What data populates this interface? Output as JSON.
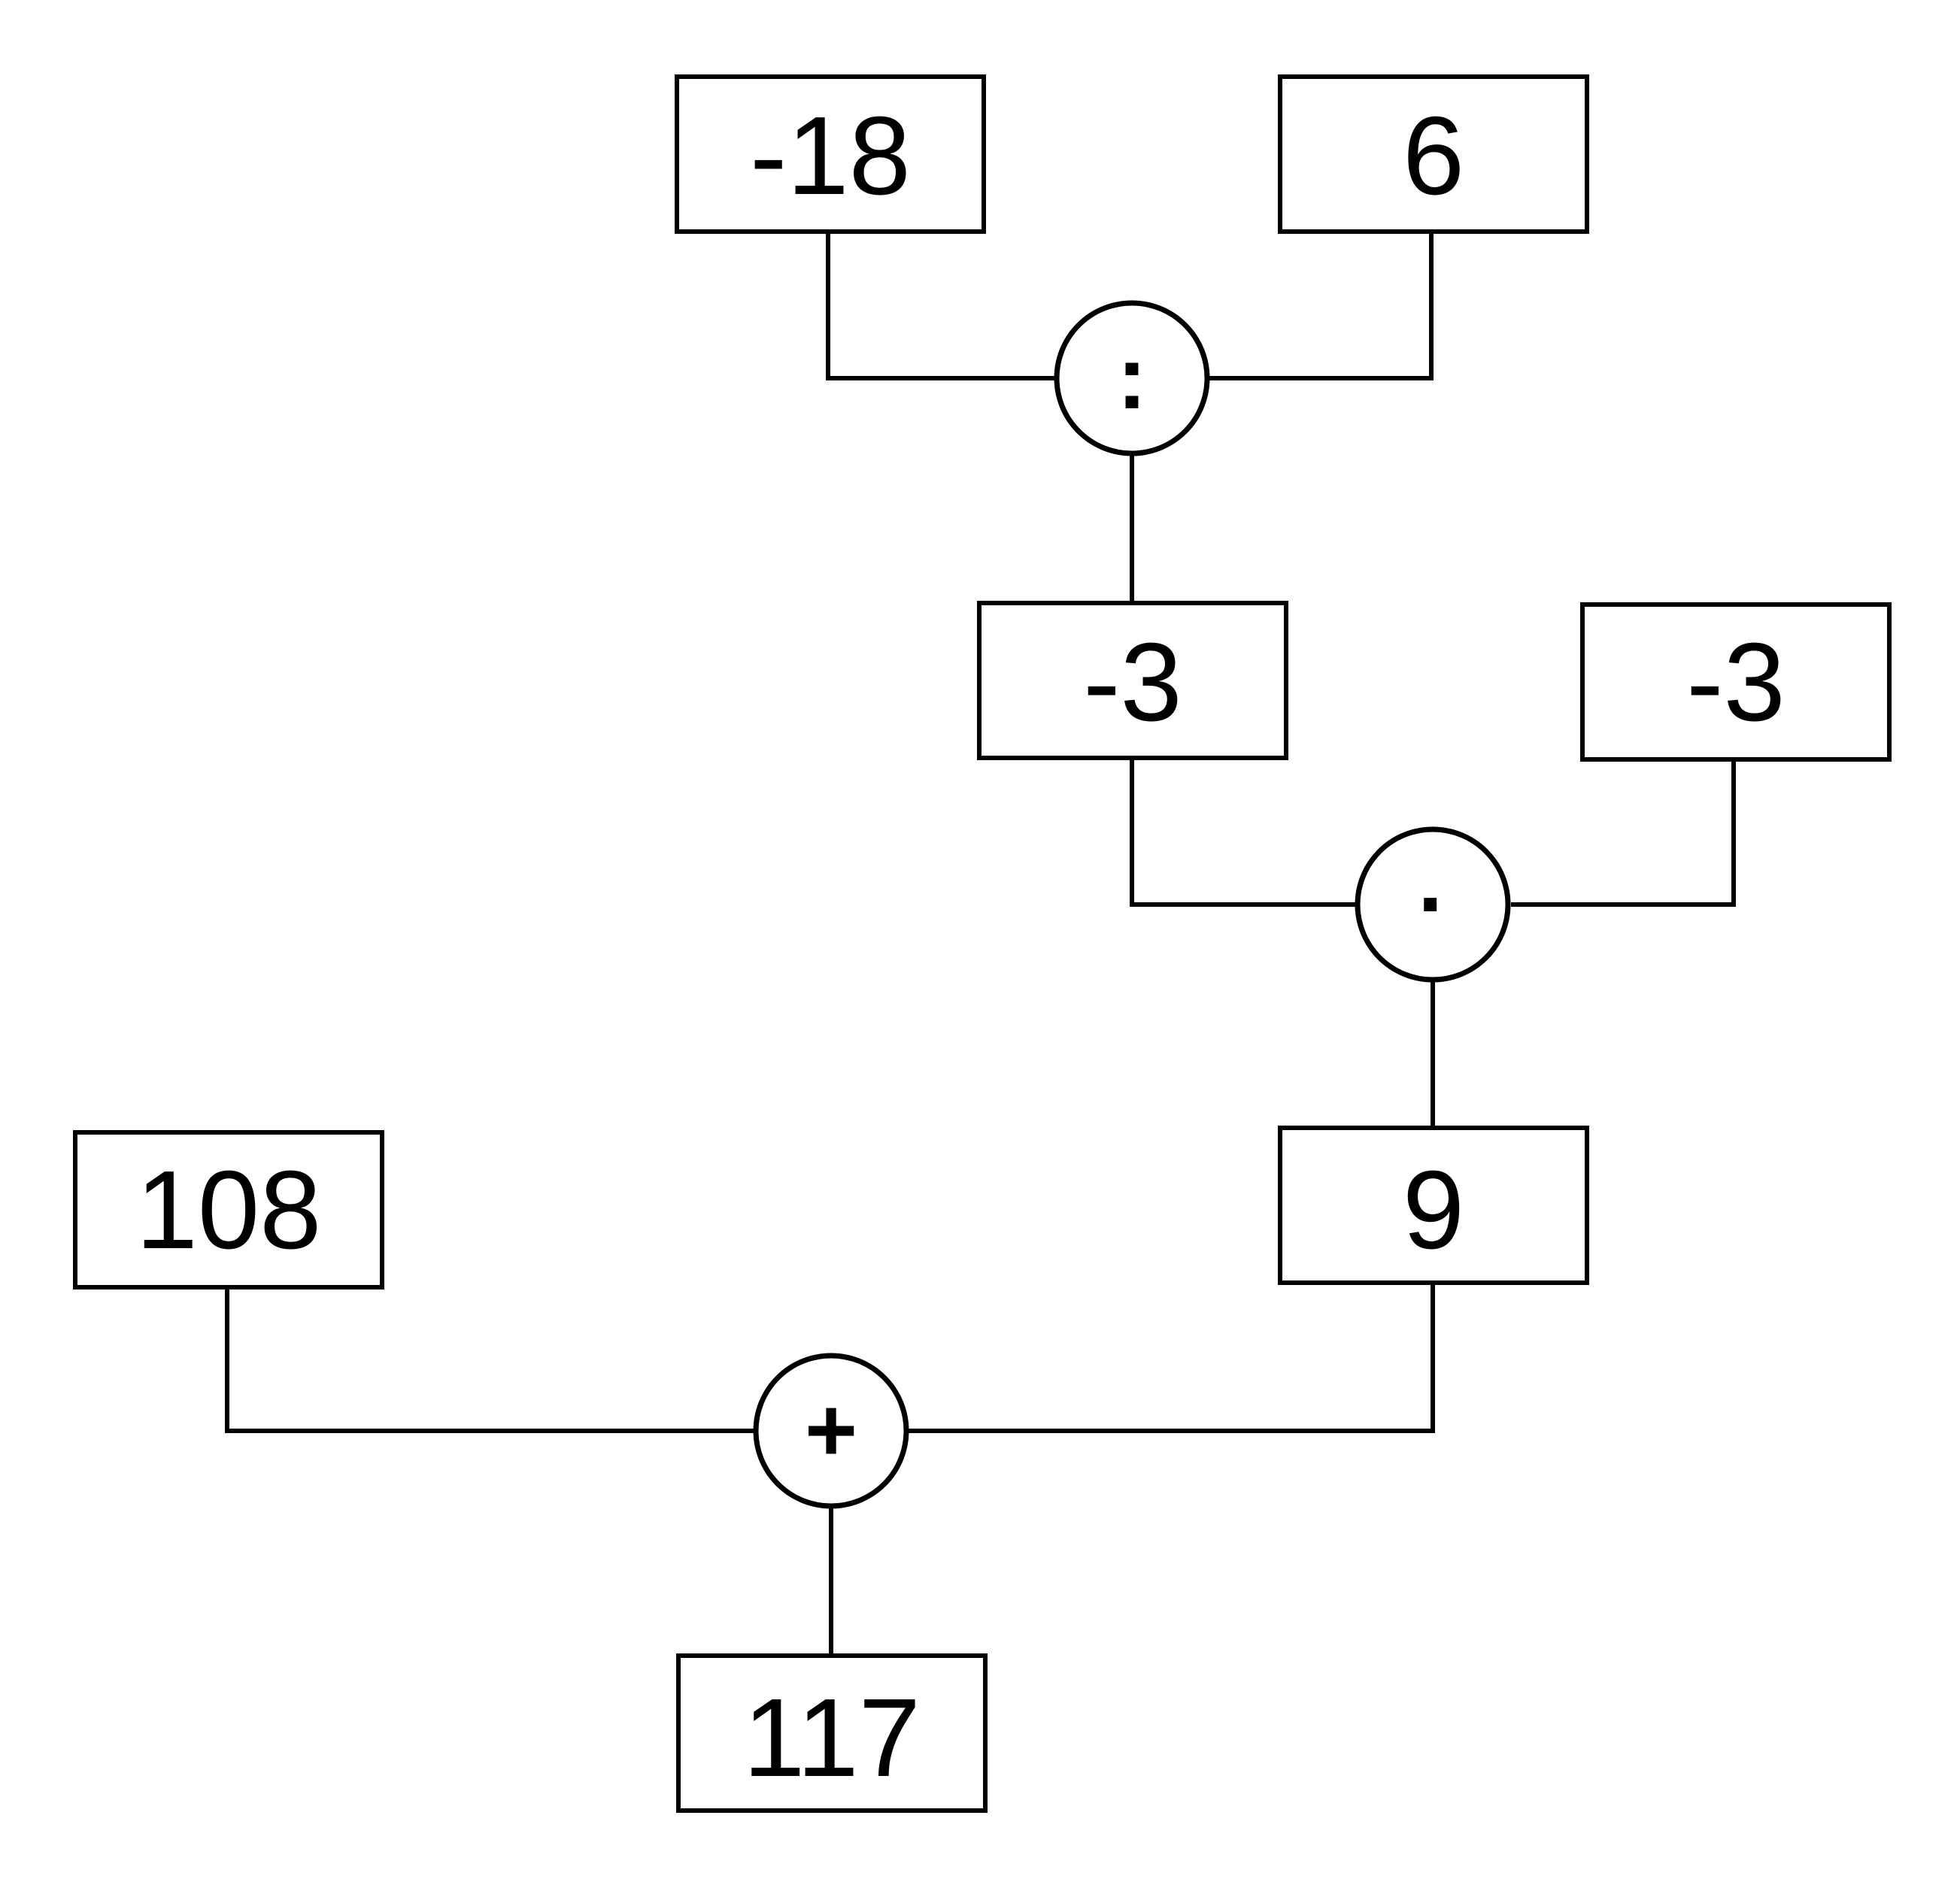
{
  "diagram": {
    "boxes": {
      "top_left": "-18",
      "top_right": "6",
      "middle_left": "-3",
      "middle_right": "-3",
      "lower_left": "108",
      "lower_right": "9",
      "bottom": "117"
    },
    "operators": {
      "divide": ":",
      "multiply": "·",
      "add": "+"
    }
  }
}
